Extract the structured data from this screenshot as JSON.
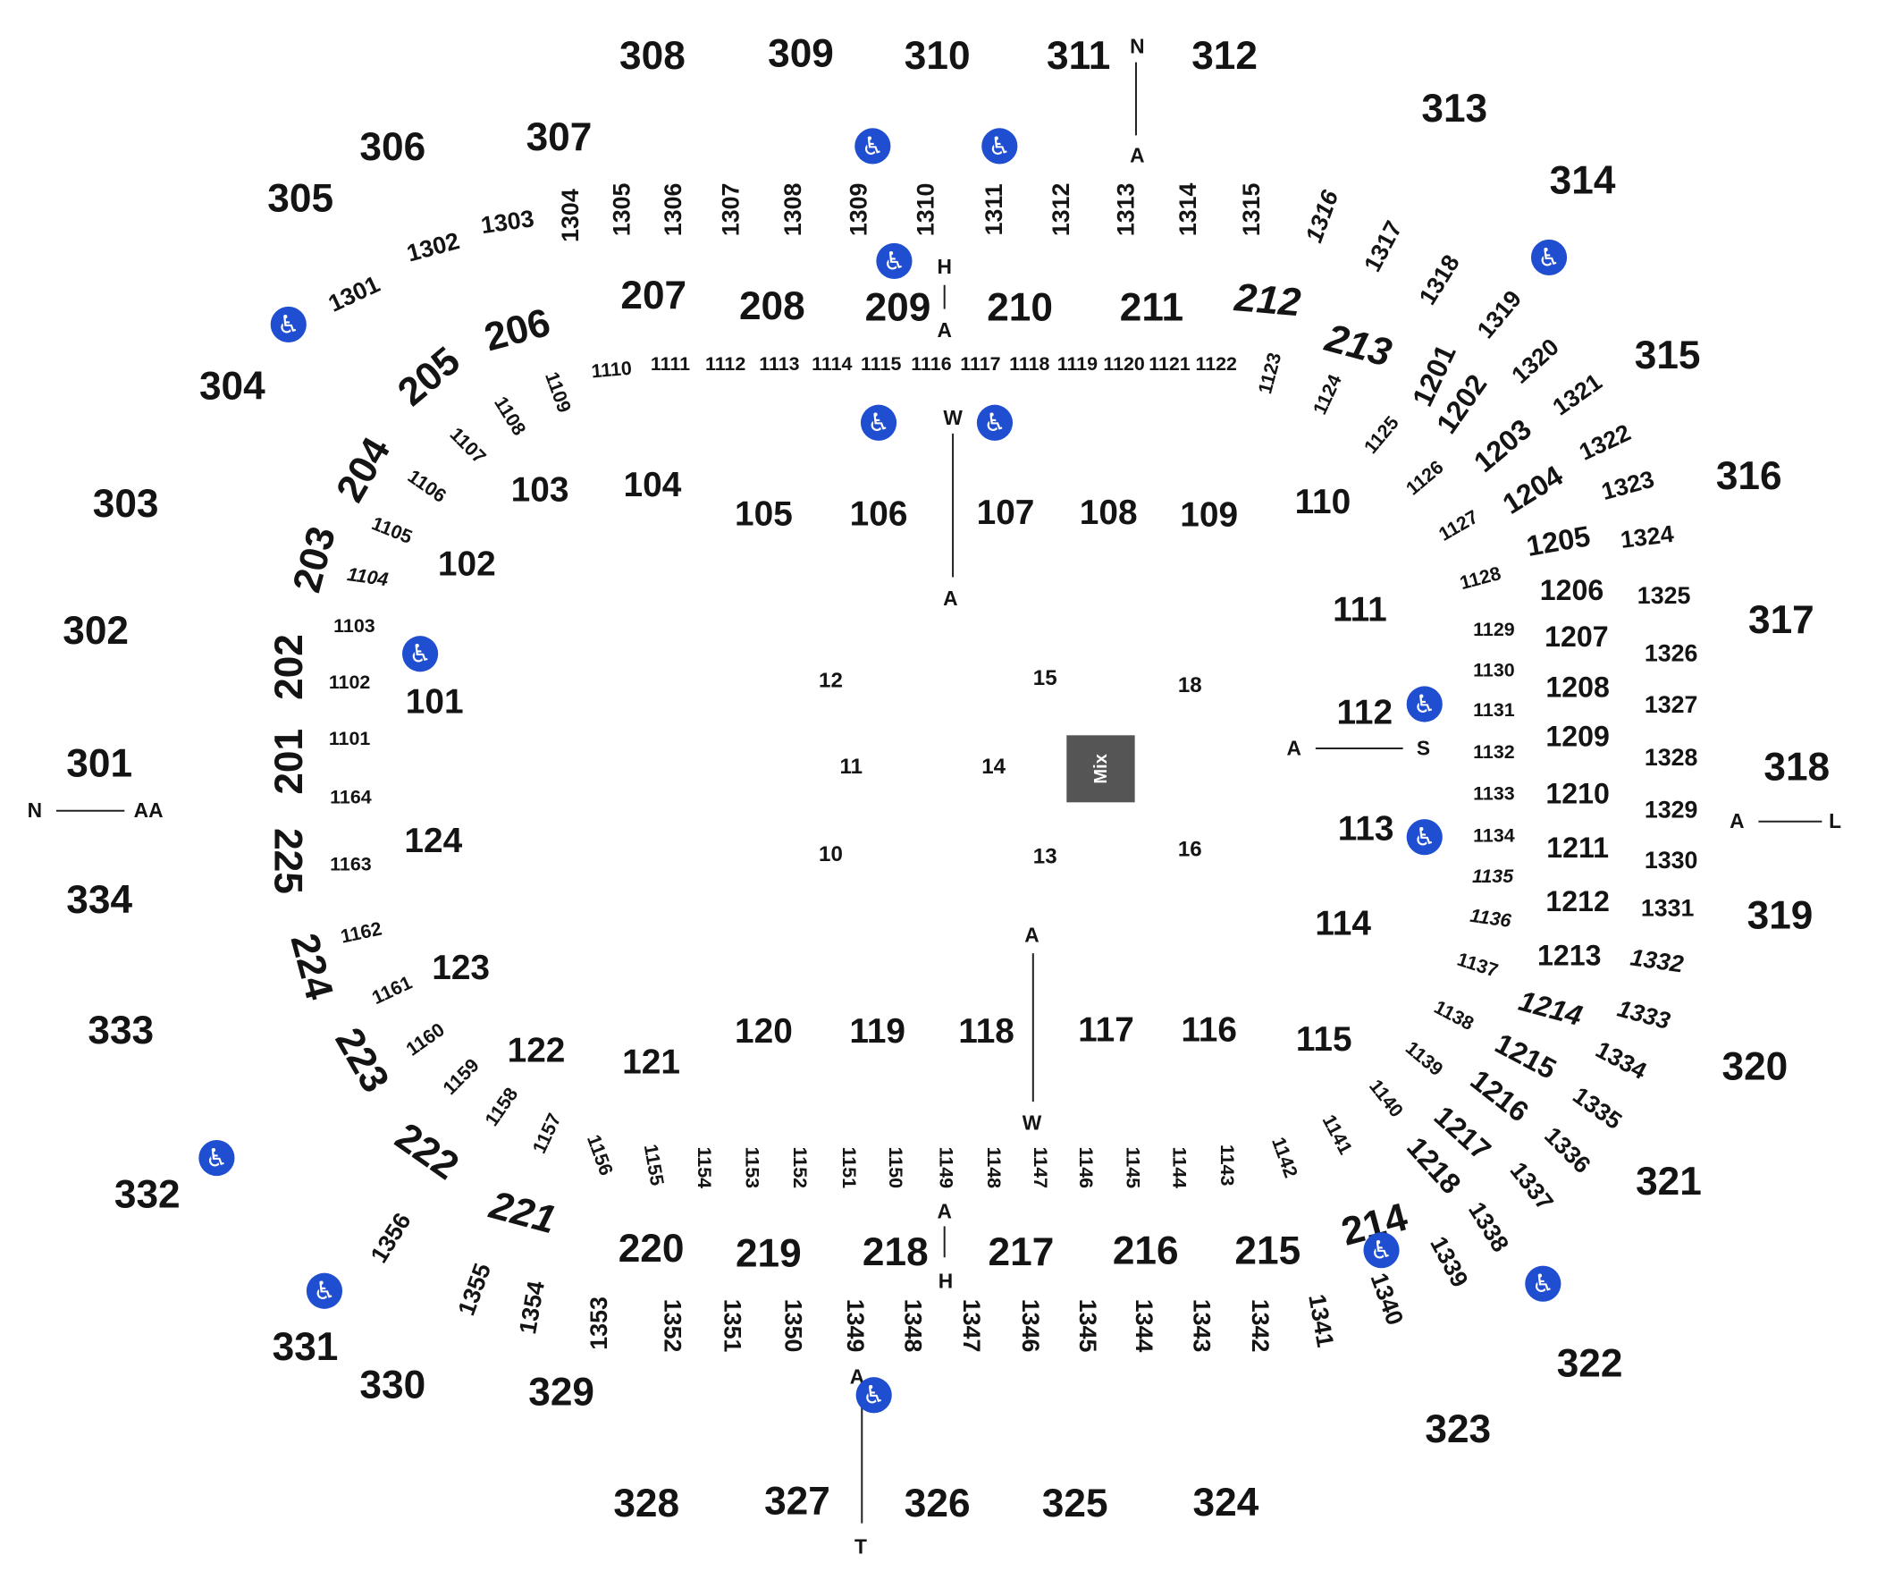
{
  "labels": {
    "floor": [
      "10",
      "11",
      "12",
      "13",
      "14",
      "15",
      "16",
      "18"
    ],
    "mix_label": "Mix",
    "lower_bowl": [
      "101",
      "102",
      "103",
      "104",
      "105",
      "106",
      "107",
      "108",
      "109",
      "110",
      "111",
      "112",
      "113",
      "114",
      "115",
      "116",
      "117",
      "118",
      "119",
      "120",
      "121",
      "122",
      "123",
      "124"
    ],
    "lower_suites_west": [
      "1101",
      "1102",
      "1103",
      "1104",
      "1105",
      "1106",
      "1107",
      "1108",
      "1109"
    ],
    "lower_suites_north": [
      "1110",
      "1111",
      "1112",
      "1113",
      "1114",
      "1115",
      "1116",
      "1117",
      "1118",
      "1119",
      "1120",
      "1121",
      "1122"
    ],
    "lower_suites_east": [
      "1123",
      "1124",
      "1125",
      "1126",
      "1127",
      "1128",
      "1129",
      "1130",
      "1131",
      "1132",
      "1133",
      "1134",
      "1135",
      "1136",
      "1137",
      "1138",
      "1139",
      "1140",
      "1141"
    ],
    "lower_suites_south": [
      "1142",
      "1143",
      "1144",
      "1145",
      "1146",
      "1147",
      "1148",
      "1149",
      "1150",
      "1151",
      "1152",
      "1153",
      "1154",
      "1155",
      "1156",
      "1157",
      "1158",
      "1159",
      "1160",
      "1161",
      "1162",
      "1163",
      "1164"
    ],
    "club_level": [
      "201",
      "202",
      "203",
      "204",
      "205",
      "206",
      "207",
      "208",
      "209",
      "210",
      "211",
      "212",
      "213",
      "214",
      "215",
      "216",
      "217",
      "218",
      "219",
      "220",
      "221",
      "222",
      "223",
      "224",
      "225"
    ],
    "club_suites": [
      "1201",
      "1202",
      "1203",
      "1204",
      "1205",
      "1206",
      "1207",
      "1208",
      "1209",
      "1210",
      "1211",
      "1212",
      "1213",
      "1214",
      "1215",
      "1216",
      "1217",
      "1218"
    ],
    "upper_suites_north": [
      "1301",
      "1302",
      "1303",
      "1304",
      "1305",
      "1306",
      "1307",
      "1308",
      "1309",
      "1310",
      "1311",
      "1312",
      "1313",
      "1314",
      "1315",
      "1316",
      "1317",
      "1318",
      "1319",
      "1320",
      "1321",
      "1322",
      "1323",
      "1324",
      "1325"
    ],
    "upper_suites_south": [
      "1326",
      "1327",
      "1328",
      "1329",
      "1330",
      "1331",
      "1332",
      "1333",
      "1334",
      "1335",
      "1336",
      "1337",
      "1338",
      "1339",
      "1340",
      "1341",
      "1342",
      "1343",
      "1344",
      "1345",
      "1346",
      "1347",
      "1348",
      "1349",
      "1350",
      "1351",
      "1352",
      "1353",
      "1354",
      "1355",
      "1356"
    ],
    "upper_level": [
      "301",
      "302",
      "303",
      "304",
      "305",
      "306",
      "307",
      "308",
      "309",
      "310",
      "311",
      "312",
      "313",
      "314",
      "315",
      "316",
      "317",
      "318",
      "319",
      "320",
      "321",
      "322",
      "323",
      "324",
      "325",
      "326",
      "327",
      "328",
      "329",
      "330",
      "331",
      "332",
      "333",
      "334"
    ]
  },
  "row_markers": {
    "west_start": "N",
    "west_end": "AA",
    "east_start": "A",
    "east_end": "L",
    "north_start": "N",
    "north_end": "A",
    "south_start": "A",
    "south_end": "T",
    "floor_north_start": "W",
    "floor_north_end": "A",
    "floor_south_start": "A",
    "floor_south_end": "W",
    "club_north_start": "H",
    "club_north_end": "A",
    "club_south_start": "A",
    "club_south_end": "H",
    "box_east_start": "A",
    "box_east_end": "S",
    "partial_t": "A"
  },
  "accessible_icon": "wheelchair-accessible-icon",
  "colors": {
    "accessible": "#1f4fd0",
    "mix_booth": "#555555",
    "text": "#141414"
  }
}
